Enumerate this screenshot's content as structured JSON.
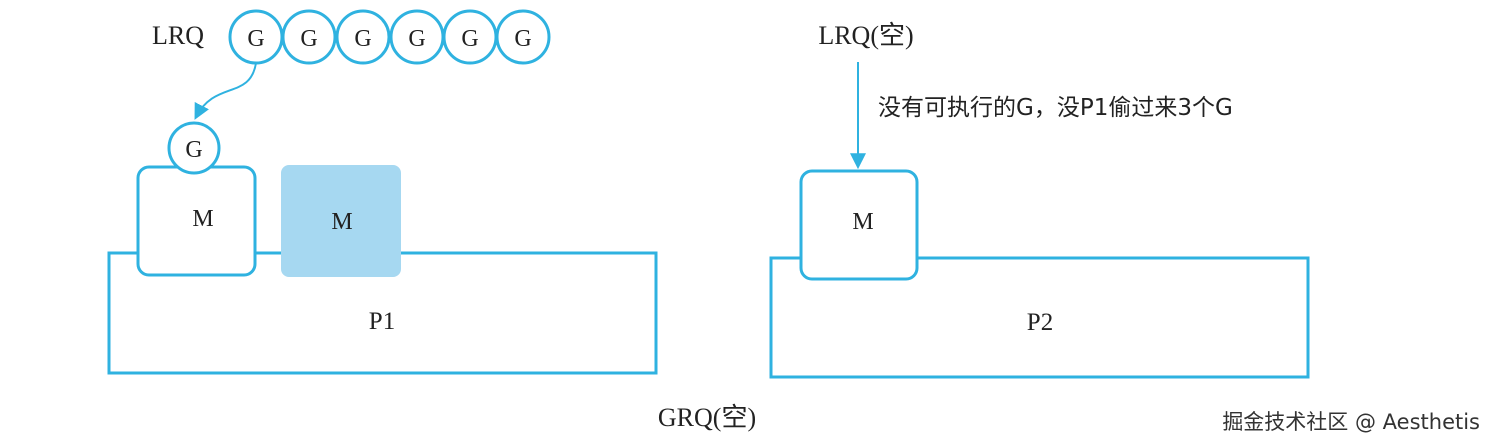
{
  "colors": {
    "stroke": "#2fb2e0",
    "filled_m": "#a6d8f1",
    "text": "#222222"
  },
  "p1_side": {
    "lrq_label": "LRQ",
    "queue_items": [
      "G",
      "G",
      "G",
      "G",
      "G",
      "G"
    ],
    "running_g": "G",
    "m_active_label": "M",
    "m_idle_label": "M",
    "processor_label": "P1"
  },
  "p2_side": {
    "lrq_label": "LRQ(空)",
    "steal_note": "没有可执行的G，没P1偷过来3个G",
    "m_label": "M",
    "processor_label": "P2"
  },
  "grq_label": "GRQ(空)",
  "watermark": "掘金技术社区 @ Aesthetis"
}
